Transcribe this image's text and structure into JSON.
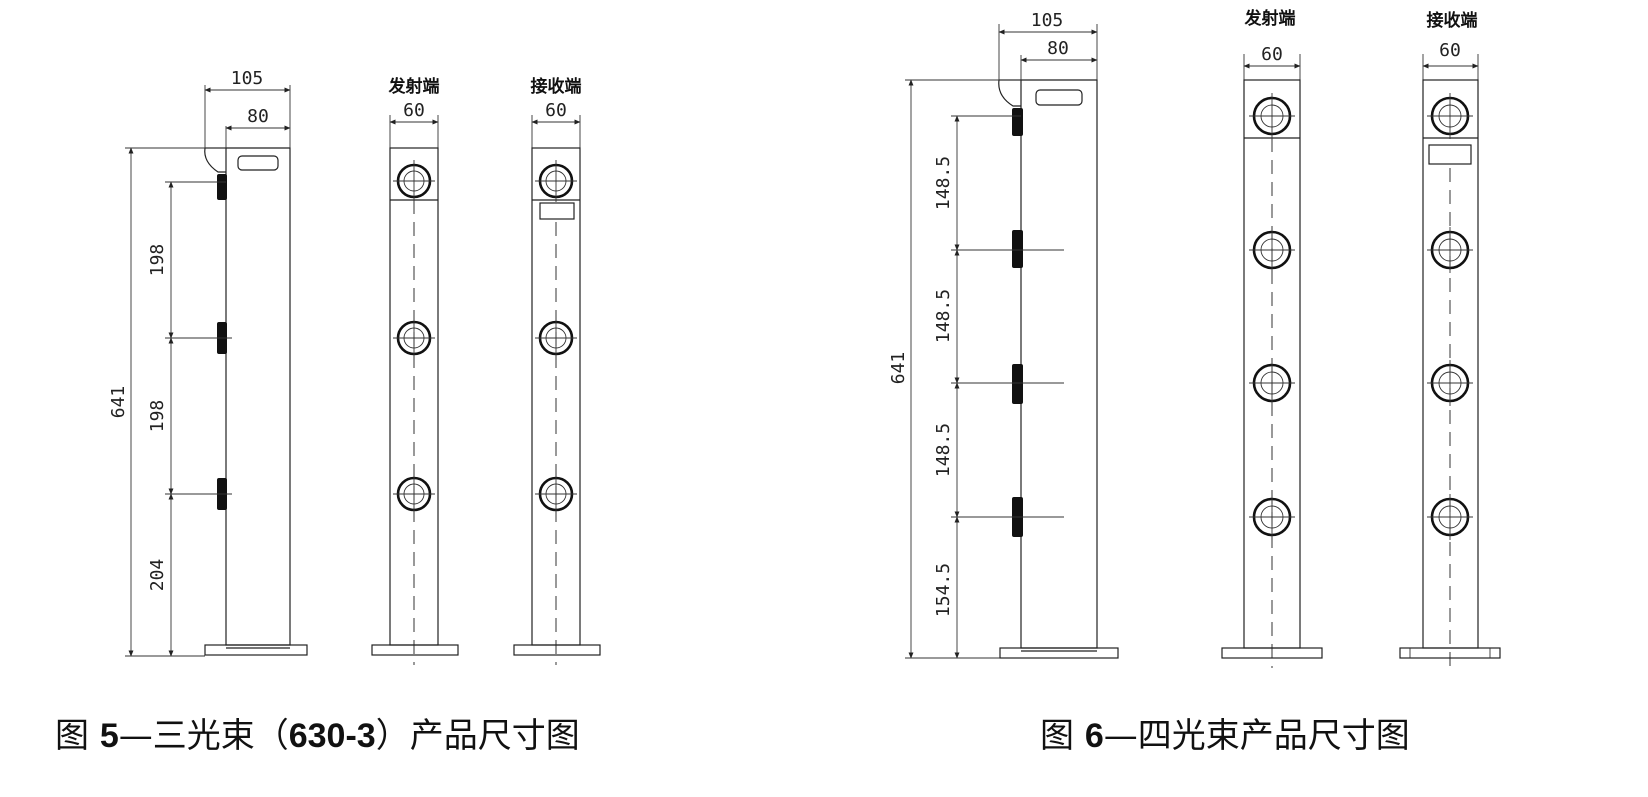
{
  "figure5": {
    "dims": {
      "overall_width": "105",
      "body_width": "80",
      "height": "641",
      "spacing": [
        "198",
        "198",
        "204"
      ]
    },
    "emitter": {
      "label": "发射端",
      "width": "60"
    },
    "receiver": {
      "label": "接收端",
      "width": "60"
    },
    "caption": {
      "prefix": "图 ",
      "number": "5",
      "text": "—三光束（",
      "model": "630-3",
      "suffix": "）产品尺寸图"
    }
  },
  "figure6": {
    "dims": {
      "overall_width": "105",
      "body_width": "80",
      "height": "641",
      "spacing": [
        "148.5",
        "148.5",
        "148.5",
        "154.5"
      ]
    },
    "emitter": {
      "label": "发射端",
      "width": "60"
    },
    "receiver": {
      "label": "接收端",
      "width": "60"
    },
    "caption": {
      "prefix": "图 ",
      "number": "6",
      "text": "—四光束产品尺寸图"
    }
  }
}
